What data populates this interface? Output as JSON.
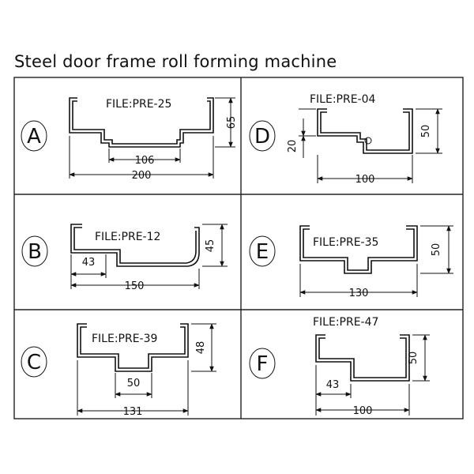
{
  "title": "Steel door frame roll forming machine",
  "panels": [
    {
      "letter": "A",
      "file": "FILE:PRE-25",
      "dims": [
        "106",
        "200",
        "65"
      ]
    },
    {
      "letter": "B",
      "file": "FILE:PRE-12",
      "dims": [
        "43",
        "150",
        "45"
      ]
    },
    {
      "letter": "C",
      "file": "FILE:PRE-39",
      "dims": [
        "50",
        "131",
        "48"
      ]
    },
    {
      "letter": "D",
      "file": "FILE:PRE-04",
      "dims": [
        "20",
        "100",
        "50"
      ]
    },
    {
      "letter": "E",
      "file": "FILE:PRE-35",
      "dims": [
        "130",
        "50"
      ]
    },
    {
      "letter": "F",
      "file": "FILE:PRE-47",
      "dims": [
        "43",
        "100",
        "50"
      ]
    }
  ]
}
